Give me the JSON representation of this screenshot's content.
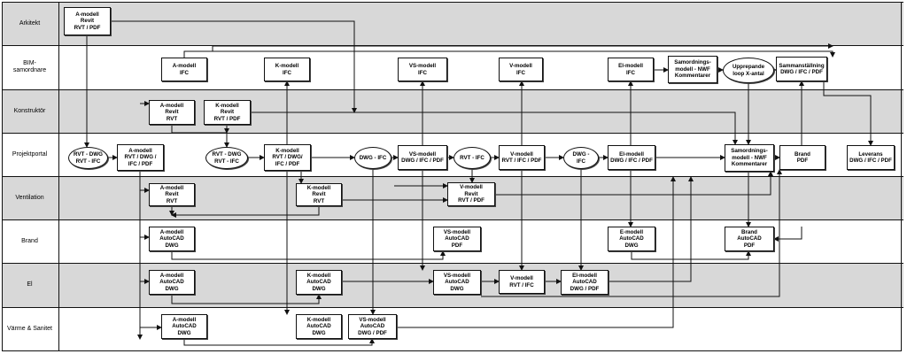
{
  "lanes": [
    {
      "id": "arkitekt",
      "label": "Arkitekt"
    },
    {
      "id": "bim",
      "label": "BIM-\nsamordnare"
    },
    {
      "id": "konstruktor",
      "label": "Konstruktör"
    },
    {
      "id": "projektportal",
      "label": "Projektportal"
    },
    {
      "id": "ventilation",
      "label": "Ventilation"
    },
    {
      "id": "brand",
      "label": "Brand"
    },
    {
      "id": "el",
      "label": "El"
    },
    {
      "id": "vvs",
      "label": "Värme & Sanitet"
    }
  ],
  "nodes": [
    {
      "id": "ark_amodell",
      "lane": "arkitekt",
      "shape": "rect",
      "text": "A-modell\nRevit\nRVT / PDF"
    },
    {
      "id": "bim_amodell",
      "lane": "bim",
      "shape": "rect",
      "text": "A-modell\nIFC"
    },
    {
      "id": "bim_kmodell",
      "lane": "bim",
      "shape": "rect",
      "text": "K-modell\nIFC"
    },
    {
      "id": "bim_vsmodell",
      "lane": "bim",
      "shape": "rect",
      "text": "VS-modell\nIFC"
    },
    {
      "id": "bim_vmodell",
      "lane": "bim",
      "shape": "rect",
      "text": "V-modell\nIFC"
    },
    {
      "id": "bim_elmodell",
      "lane": "bim",
      "shape": "rect",
      "text": "El-modell\nIFC"
    },
    {
      "id": "bim_samordning",
      "lane": "bim",
      "shape": "rect",
      "text": "Samordnings-\nmodell - NWF\nKommentarer"
    },
    {
      "id": "bim_upprepande",
      "lane": "bim",
      "shape": "ellipse",
      "text": "Upprepande\nloop X-antal"
    },
    {
      "id": "bim_sammanstallning",
      "lane": "bim",
      "shape": "rect",
      "text": "Sammanställning\nDWG / IFC / PDF"
    },
    {
      "id": "kon_amodell",
      "lane": "konstruktor",
      "shape": "rect",
      "text": "A-modell\nRevit\nRVT"
    },
    {
      "id": "kon_kmodell",
      "lane": "konstruktor",
      "shape": "rect",
      "text": "K-modell\nRevit\nRVT / PDF"
    },
    {
      "id": "pp_rvt_dwg_ifc",
      "lane": "projektportal",
      "shape": "ellipse",
      "text": "RVT - DWG\nRVT - IFC"
    },
    {
      "id": "pp_amodell",
      "lane": "projektportal",
      "shape": "rect",
      "text": "A-modell\nRVT / DWG /\nIFC / PDF"
    },
    {
      "id": "pp_rvt_dwg_ifc2",
      "lane": "projektportal",
      "shape": "ellipse",
      "text": "RVT - DWG\nRVT - IFC"
    },
    {
      "id": "pp_kmodell",
      "lane": "projektportal",
      "shape": "rect",
      "text": "K-modell\nRVT / DWG/\nIFC / PDF"
    },
    {
      "id": "pp_dwg_ifc",
      "lane": "projektportal",
      "shape": "ellipse",
      "text": "DWG - IFC"
    },
    {
      "id": "pp_vsmodell",
      "lane": "projektportal",
      "shape": "rect",
      "text": "VS-modell\nDWG / IFC / PDF"
    },
    {
      "id": "pp_rvt_ifc",
      "lane": "projektportal",
      "shape": "ellipse",
      "text": "RVT - IFC"
    },
    {
      "id": "pp_vmodell",
      "lane": "projektportal",
      "shape": "rect",
      "text": "V-modell\nRVT / IFC / PDF"
    },
    {
      "id": "pp_dwg_ifc2",
      "lane": "projektportal",
      "shape": "ellipse",
      "text": "DWG -\nIFC"
    },
    {
      "id": "pp_elmodell",
      "lane": "projektportal",
      "shape": "rect",
      "text": "El-modell\nDWG / IFC / PDF"
    },
    {
      "id": "pp_samordning",
      "lane": "projektportal",
      "shape": "rect",
      "text": "Samordnings-\nmodell - NWF\nKommentarer"
    },
    {
      "id": "pp_brand",
      "lane": "projektportal",
      "shape": "rect",
      "text": "Brand\nPDF"
    },
    {
      "id": "pp_leverans",
      "lane": "projektportal",
      "shape": "rect",
      "text": "Leverans\nDWG / IFC / PDF"
    },
    {
      "id": "ven_amodell",
      "lane": "ventilation",
      "shape": "rect",
      "text": "A-modell\nRevit\nRVT"
    },
    {
      "id": "ven_kmodell",
      "lane": "ventilation",
      "shape": "rect",
      "text": "K-modell\nRevit\nRVT"
    },
    {
      "id": "ven_vmodell",
      "lane": "ventilation",
      "shape": "rect",
      "text": "V-modell\nRevit\nRVT / PDF"
    },
    {
      "id": "br_amodell",
      "lane": "brand",
      "shape": "rect",
      "text": "A-modell\nAutoCAD\nDWG"
    },
    {
      "id": "br_vsmodell",
      "lane": "brand",
      "shape": "rect",
      "text": "VS-modell\nAutoCAD\nPDF"
    },
    {
      "id": "br_emodell",
      "lane": "brand",
      "shape": "rect",
      "text": "E-modell\nAutoCAD\nDWG"
    },
    {
      "id": "br_brandmodell",
      "lane": "brand",
      "shape": "rect",
      "text": "Brand\nAutoCAD\nPDF"
    },
    {
      "id": "el_amodell",
      "lane": "el",
      "shape": "rect",
      "text": "A-modell\nAutoCAD\nDWG"
    },
    {
      "id": "el_kmodell",
      "lane": "el",
      "shape": "rect",
      "text": "K-modell\nAutoCAD\nDWG"
    },
    {
      "id": "el_vsmodell",
      "lane": "el",
      "shape": "rect",
      "text": "VS-modell\nAutoCAD\nDWG"
    },
    {
      "id": "el_vmodell",
      "lane": "el",
      "shape": "rect",
      "text": "V-modell\nRVT / IFC"
    },
    {
      "id": "el_elmodell",
      "lane": "el",
      "shape": "rect",
      "text": "El-modell\nAutoCAD\nDWG / PDF"
    },
    {
      "id": "vvs_amodell",
      "lane": "vvs",
      "shape": "rect",
      "text": "A-modell\nAutoCAD\nDWG"
    },
    {
      "id": "vvs_kmodell",
      "lane": "vvs",
      "shape": "rect",
      "text": "K-modell\nAutoCAD\nDWG"
    },
    {
      "id": "vvs_vsmodell",
      "lane": "vvs",
      "shape": "rect",
      "text": "VS-modell\nAutoCAD\nDWG / PDF"
    }
  ],
  "colors": {
    "lane_gray": "#d8d8d8",
    "lane_white": "#ffffff",
    "line": "#111111"
  }
}
